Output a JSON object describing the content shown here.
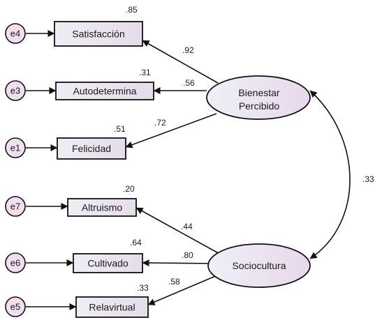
{
  "latent": {
    "bienestar": {
      "line1": "Bienestar",
      "line2": "Percibido"
    },
    "sociocultura": {
      "label": "Sociocultura"
    }
  },
  "observed": [
    {
      "label": "Satisfacción",
      "r2": ".85",
      "loading": ".92",
      "error": "e4"
    },
    {
      "label": "Autodetermina",
      "r2": ".31",
      "loading": ".56",
      "error": "e3"
    },
    {
      "label": "Felicidad",
      "r2": ".51",
      "loading": ".72",
      "error": "e1"
    },
    {
      "label": "Altruismo",
      "r2": ".20",
      "loading": ".44",
      "error": "e7"
    },
    {
      "label": "Cultivado",
      "r2": ".64",
      "loading": ".80",
      "error": "e6"
    },
    {
      "label": "Relavirtual",
      "r2": ".33",
      "loading": ".58",
      "error": "e5"
    }
  ],
  "covariance": ".33",
  "colors": {
    "box_fill": "#e9e6ee",
    "oval_fill": "#ecdff0",
    "error_fill": "#f1dff0",
    "stroke": "#111111"
  }
}
